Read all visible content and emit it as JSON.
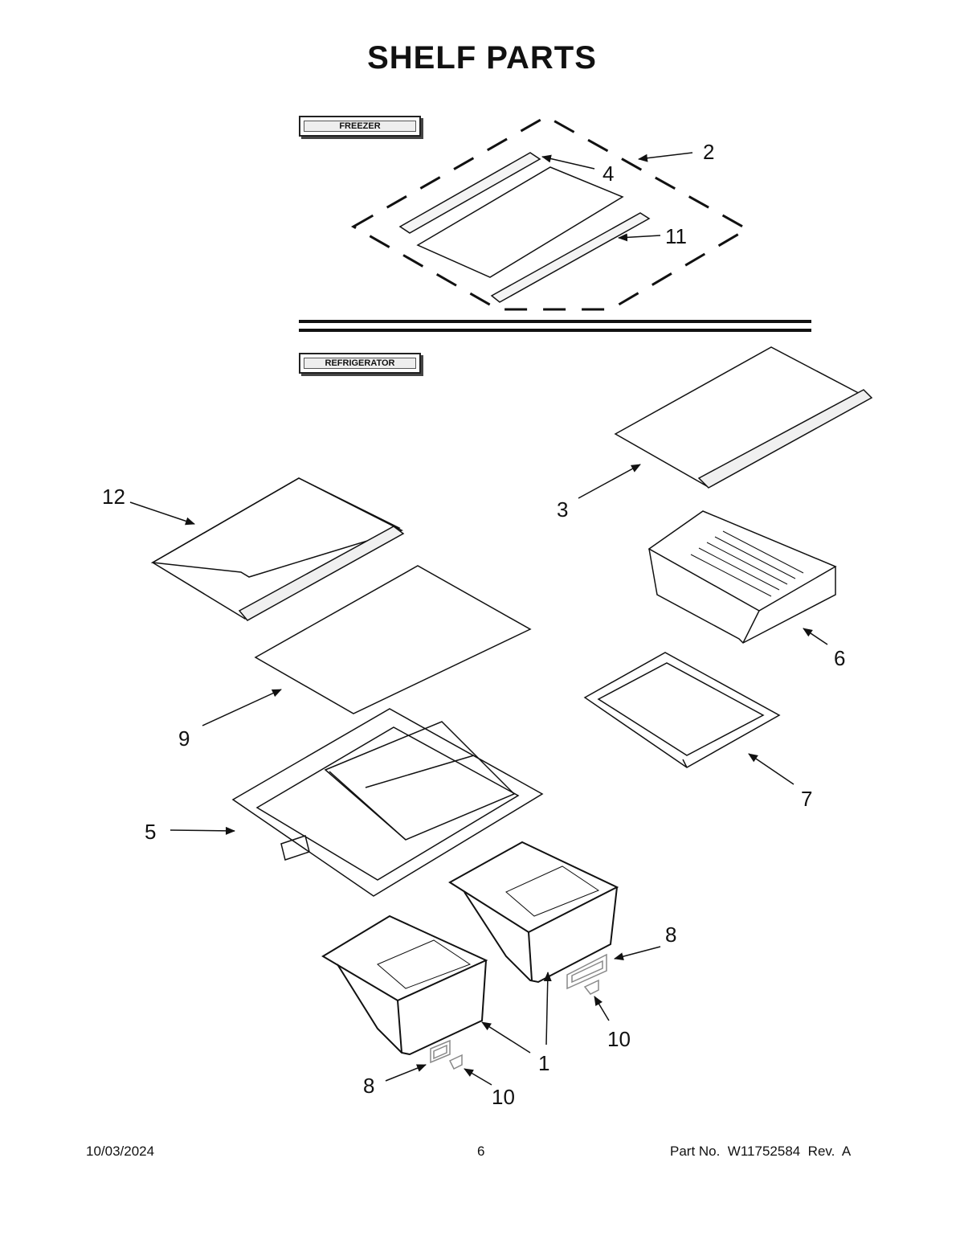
{
  "title": "SHELF PARTS",
  "sections": {
    "freezer": "FREEZER",
    "refrigerator": "REFRIGERATOR"
  },
  "callouts": {
    "c1": "1",
    "c2": "2",
    "c3": "3",
    "c4": "4",
    "c5": "5",
    "c6": "6",
    "c7": "7",
    "c8a": "8",
    "c8b": "8",
    "c9": "9",
    "c10a": "10",
    "c10b": "10",
    "c11": "11",
    "c12": "12"
  },
  "footer": {
    "date": "10/03/2024",
    "page": "6",
    "part_no": "Part No.  W11752584  Rev.  A"
  }
}
